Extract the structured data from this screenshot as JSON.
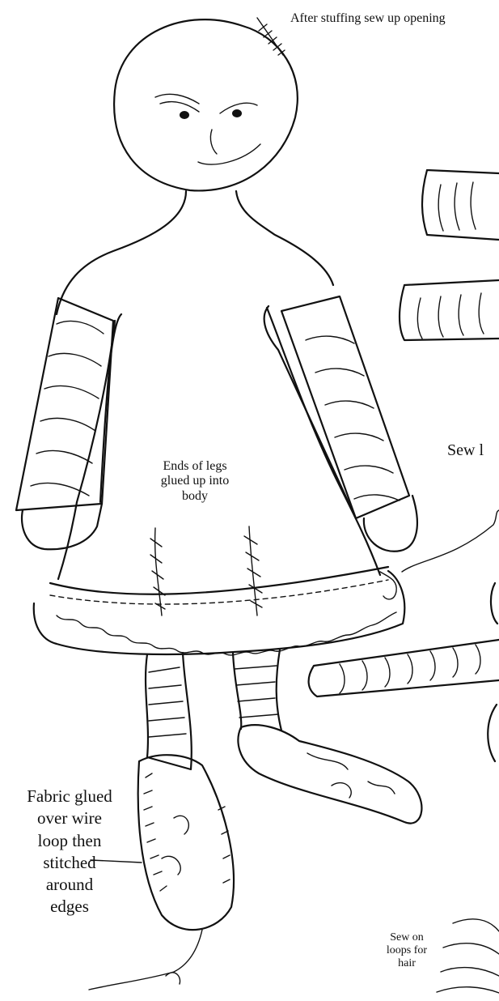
{
  "annotations": {
    "top_note": "After stuffing sew up opening",
    "sew_note": "Sew l",
    "legs_note": "Ends of legs\nglued up into\nbody",
    "fabric_note": "Fabric glued\nover wire\nloop then\nstitched\naround\nedges",
    "hair_note": "Sew on\nloops for\nhair"
  },
  "colors": {
    "ink": "#111111",
    "paper": "#ffffff"
  }
}
